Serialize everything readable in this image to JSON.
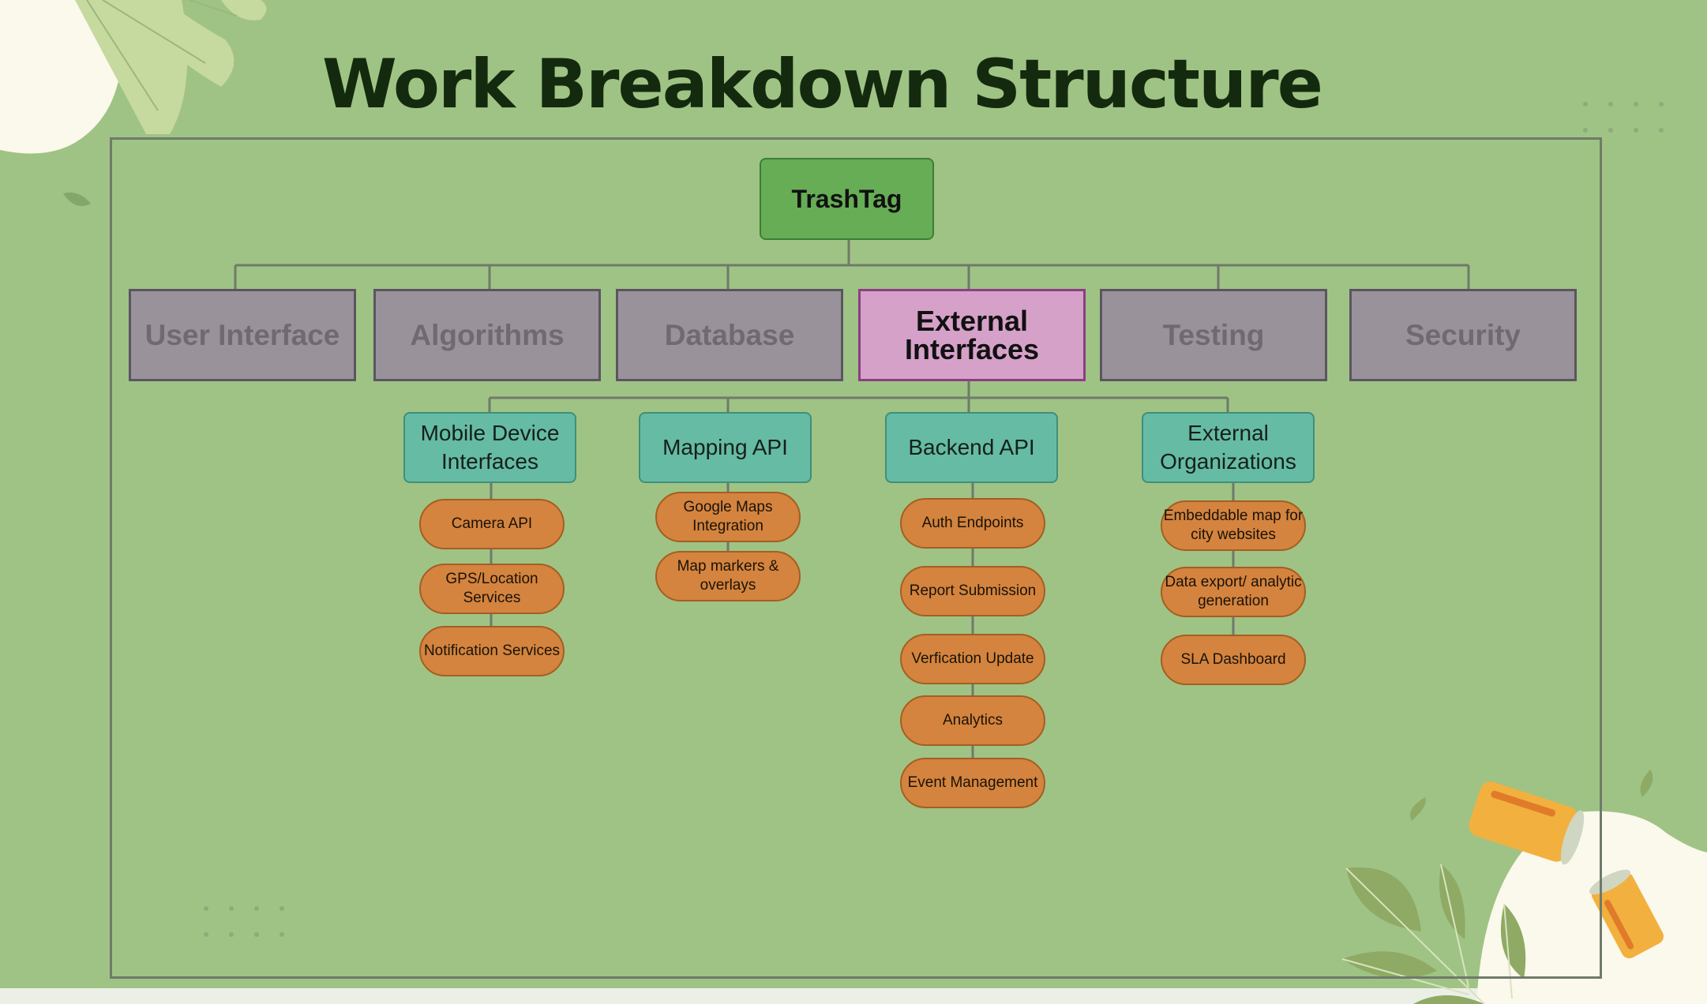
{
  "title": "Work Breakdown Structure",
  "root": {
    "label": "TrashTag"
  },
  "categories": [
    {
      "label": "User Interface"
    },
    {
      "label": "Algorithms"
    },
    {
      "label": "Database"
    },
    {
      "label": "External Interfaces"
    },
    {
      "label": "Testing"
    },
    {
      "label": "Security"
    }
  ],
  "subcategories": [
    {
      "label": "Mobile Device Interfaces",
      "items": [
        "Camera API",
        "GPS/Location Services",
        "Notification Services"
      ]
    },
    {
      "label": "Mapping API",
      "items": [
        "Google Maps Integration",
        "Map markers & overlays"
      ]
    },
    {
      "label": "Backend API",
      "items": [
        "Auth Endpoints",
        "Report Submission",
        "Verfication Update",
        "Analytics",
        "Event Management"
      ]
    },
    {
      "label": "External Organizations",
      "items": [
        "Embeddable map for city websites",
        "Data export/ analytic generation",
        "SLA Dashboard"
      ]
    }
  ],
  "colors": {
    "background": "#9fc384",
    "root": "#66ad55",
    "category": "#9a929b",
    "category_active": "#d6a1c8",
    "subcategory": "#66bba4",
    "leaf": "#d4843e"
  }
}
